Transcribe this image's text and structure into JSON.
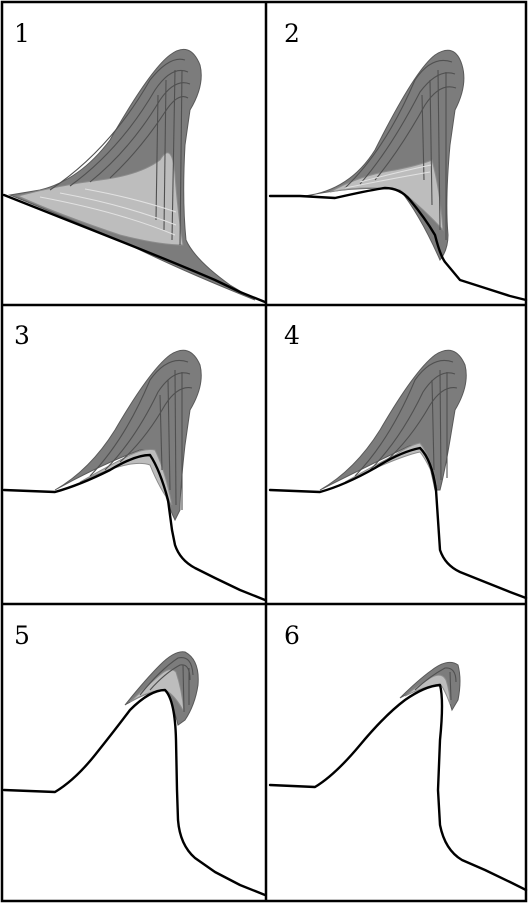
{
  "figure": {
    "panels": [
      {
        "label": "1"
      },
      {
        "label": "2"
      },
      {
        "label": "3"
      },
      {
        "label": "4"
      },
      {
        "label": "5"
      },
      {
        "label": "6"
      }
    ],
    "colors": {
      "band_dark": "#7c7c7c",
      "band_light": "#bdbdbd",
      "outline": "#000000",
      "background": "#ffffff"
    }
  }
}
